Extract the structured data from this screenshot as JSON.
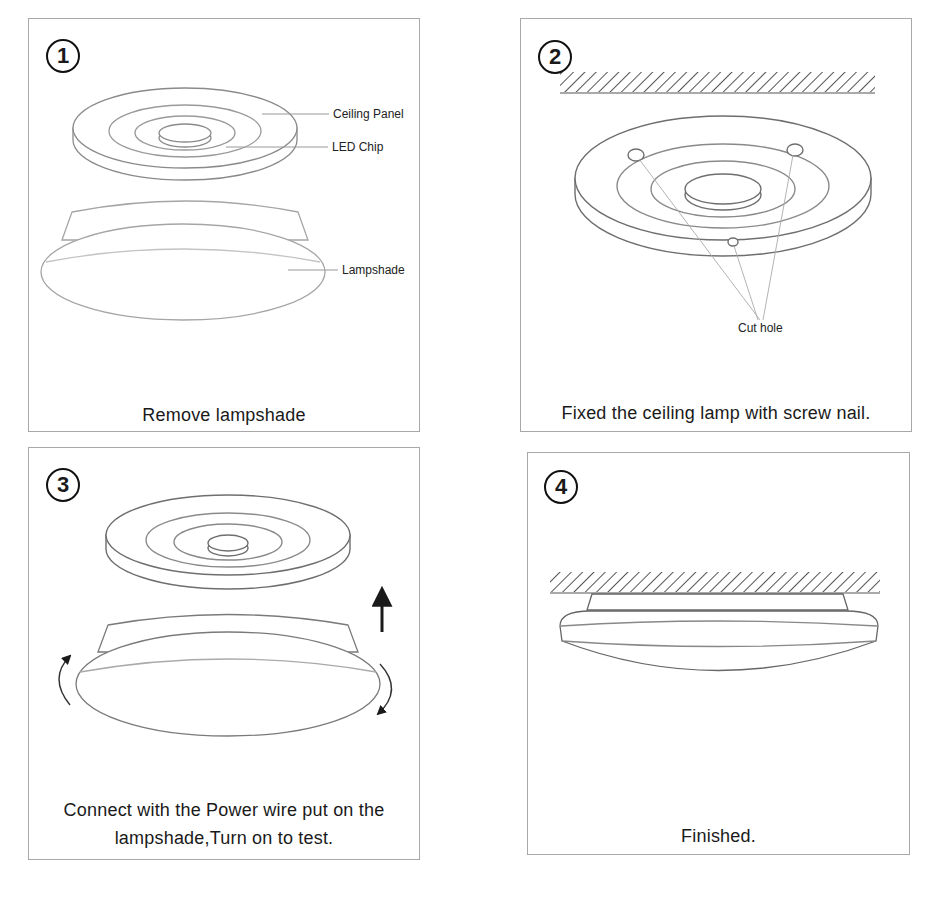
{
  "diagram": {
    "nodes": [
      {
        "text": [
          "Remove lampshade"
        ]
      },
      {
        "text": [
          "1"
        ],
        "in": 0
      },
      {
        "text": [
          "Fixed the ceiling lamp with screw nail."
        ]
      },
      {
        "text": [
          "2"
        ],
        "in": 2
      },
      {
        "text": [
          "Connect with the Power wire put on the lampshade,Turn on to test."
        ]
      },
      {
        "text": [
          "3"
        ],
        "in": 4
      },
      {
        "text": [
          "Finished."
        ]
      },
      {
        "text": [
          "4"
        ],
        "in": 6
      }
    ],
    "labels": [
      "Ceiling Panel",
      "LED Chip",
      "Lampshade",
      "Cut hole"
    ]
  }
}
